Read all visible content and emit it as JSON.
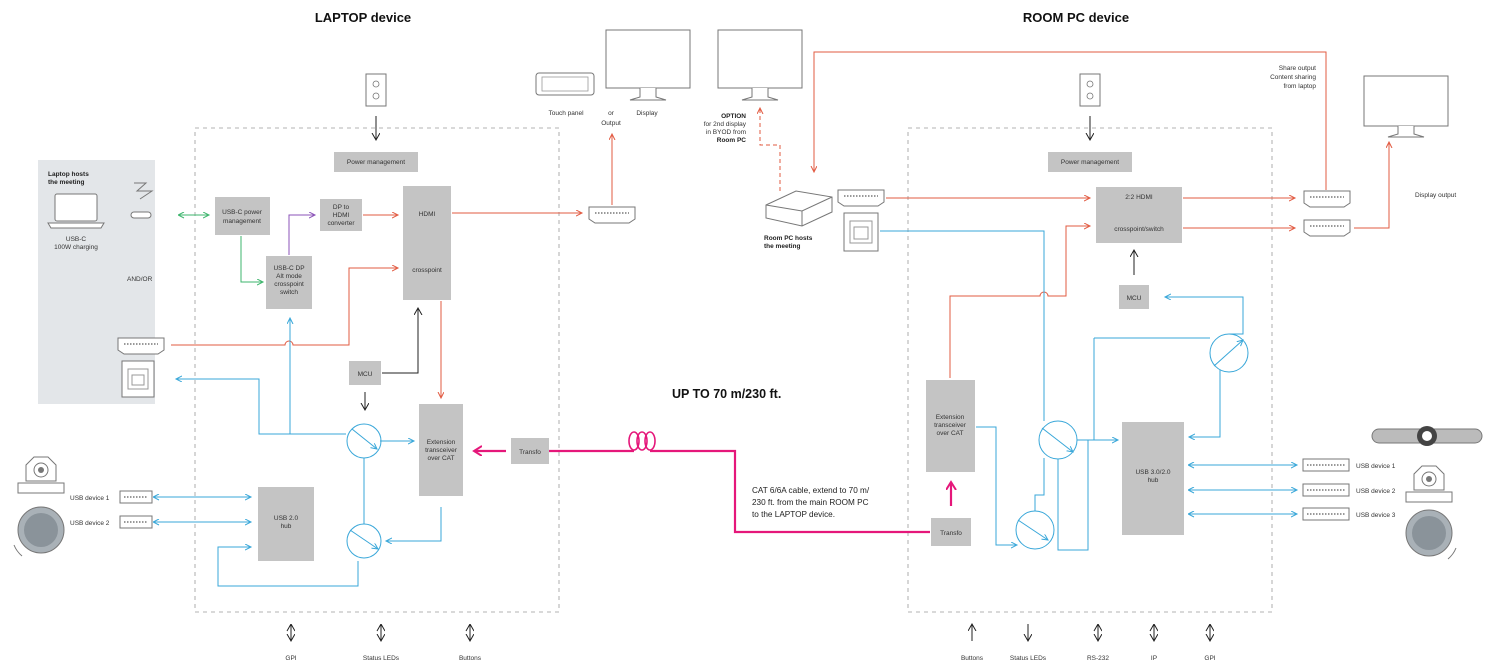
{
  "titles": {
    "laptop": "LAPTOP device",
    "room": "ROOM PC device"
  },
  "laptop": {
    "host_title_1": "Laptop hosts",
    "host_title_2": "the meeting",
    "usbc_1": "USB-C",
    "usbc_2": "100W charging",
    "and_or": "AND/OR",
    "power_mgmt": "Power management",
    "usbc_pm_1": "USB-C power",
    "usbc_pm_2": "management",
    "dp_1": "DP to",
    "dp_2": "HDMI",
    "dp_3": "converter",
    "hdmi_1": "HDMI",
    "hdmi_2": "crosspoint",
    "alt_1": "USB-C DP",
    "alt_2": "Alt mode",
    "alt_3": "crosspoint",
    "alt_4": "switch",
    "mcu": "MCU",
    "ext_1": "Extension",
    "ext_2": "transceiver",
    "ext_3": "over CAT",
    "transfo": "Transfo",
    "hub_1": "USB 2.0",
    "hub_2": "hub",
    "usb_dev1": "USB device 1",
    "usb_dev2": "USB device 2",
    "io": [
      "GPI",
      "Status LEDs",
      "Buttons"
    ]
  },
  "center": {
    "touch_panel": "Touch panel",
    "or_1": "or",
    "or_2": "Output",
    "display": "Display",
    "option_1": "OPTION",
    "option_2": "for 2nd display",
    "option_3": "in BYOD from",
    "option_4": "Room PC",
    "distance": "UP TO 70 m/230 ft.",
    "cable": [
      "CAT 6/6A cable, extend to 70 m/",
      "230 ft. from the main ROOM PC",
      "to the LAPTOP device."
    ]
  },
  "room": {
    "host_1": "Room PC hosts",
    "host_2": "the meeting",
    "power_mgmt": "Power management",
    "hdmi_1": "2:2 HDMI",
    "hdmi_2": "crosspoint/switch",
    "mcu": "MCU",
    "ext_1": "Extension",
    "ext_2": "transceiver",
    "ext_3": "over CAT",
    "transfo": "Transfo",
    "hub_1": "USB 3.0/2.0",
    "hub_2": "hub",
    "share_1": "Share output",
    "share_2": "Content sharing",
    "share_3": "from laptop",
    "display_output": "Display output",
    "usb_dev1": "USB device 1",
    "usb_dev2": "USB device 2",
    "usb_dev3": "USB device 3",
    "io": [
      "Buttons",
      "Status LEDs",
      "RS-232",
      "IP",
      "GPI"
    ]
  },
  "colors": {
    "video": "#e25b42",
    "usb": "#39a7d9",
    "usbc": "#3db56c",
    "dp": "#8b53b8",
    "cat": "#e5177a",
    "block": "#c4c4c4"
  }
}
